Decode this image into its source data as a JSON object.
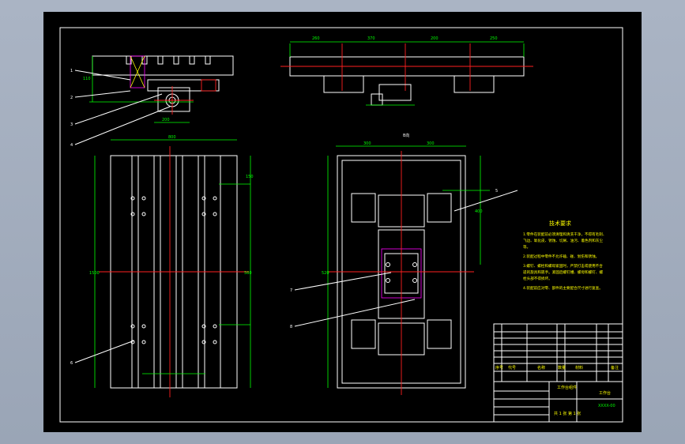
{
  "drawing": {
    "top_view_label": "B向",
    "tech_requirements": {
      "title": "技术要求",
      "items": [
        "1.零件在装配前必须清理和清洗干净，不得有毛刺、",
        "飞边、氧化皮、锈蚀、切屑、油污、着色剂和灰尘",
        "等。",
        "2.装配过程中零件不允许磕、碰、划伤和锈蚀。",
        "3.螺钉、螺栓和螺母紧固时，严禁打击或使用不合",
        "适的旋具和扳手。紧固后螺钉槽、螺母和螺钉、螺",
        "栓头部不得损坏。",
        "4.装配前应对零、部件的主要配合尺寸进行复查。"
      ]
    },
    "title_block": {
      "part_name": "工作台组件",
      "company": "工作台",
      "drawing_no": "XXXX-00",
      "scale_text": "共 1 张  第 1 张",
      "col_labels": [
        "序号",
        "代号",
        "名称",
        "数量",
        "材料",
        "备注"
      ]
    },
    "balloons": [
      "1",
      "2",
      "3",
      "4",
      "5",
      "6",
      "7",
      "8"
    ],
    "colors": {
      "background": "#000000",
      "outline": "#ffffff",
      "dimension": "#00ff00",
      "centerline": "#ff2020",
      "text": "#ffff00"
    }
  }
}
